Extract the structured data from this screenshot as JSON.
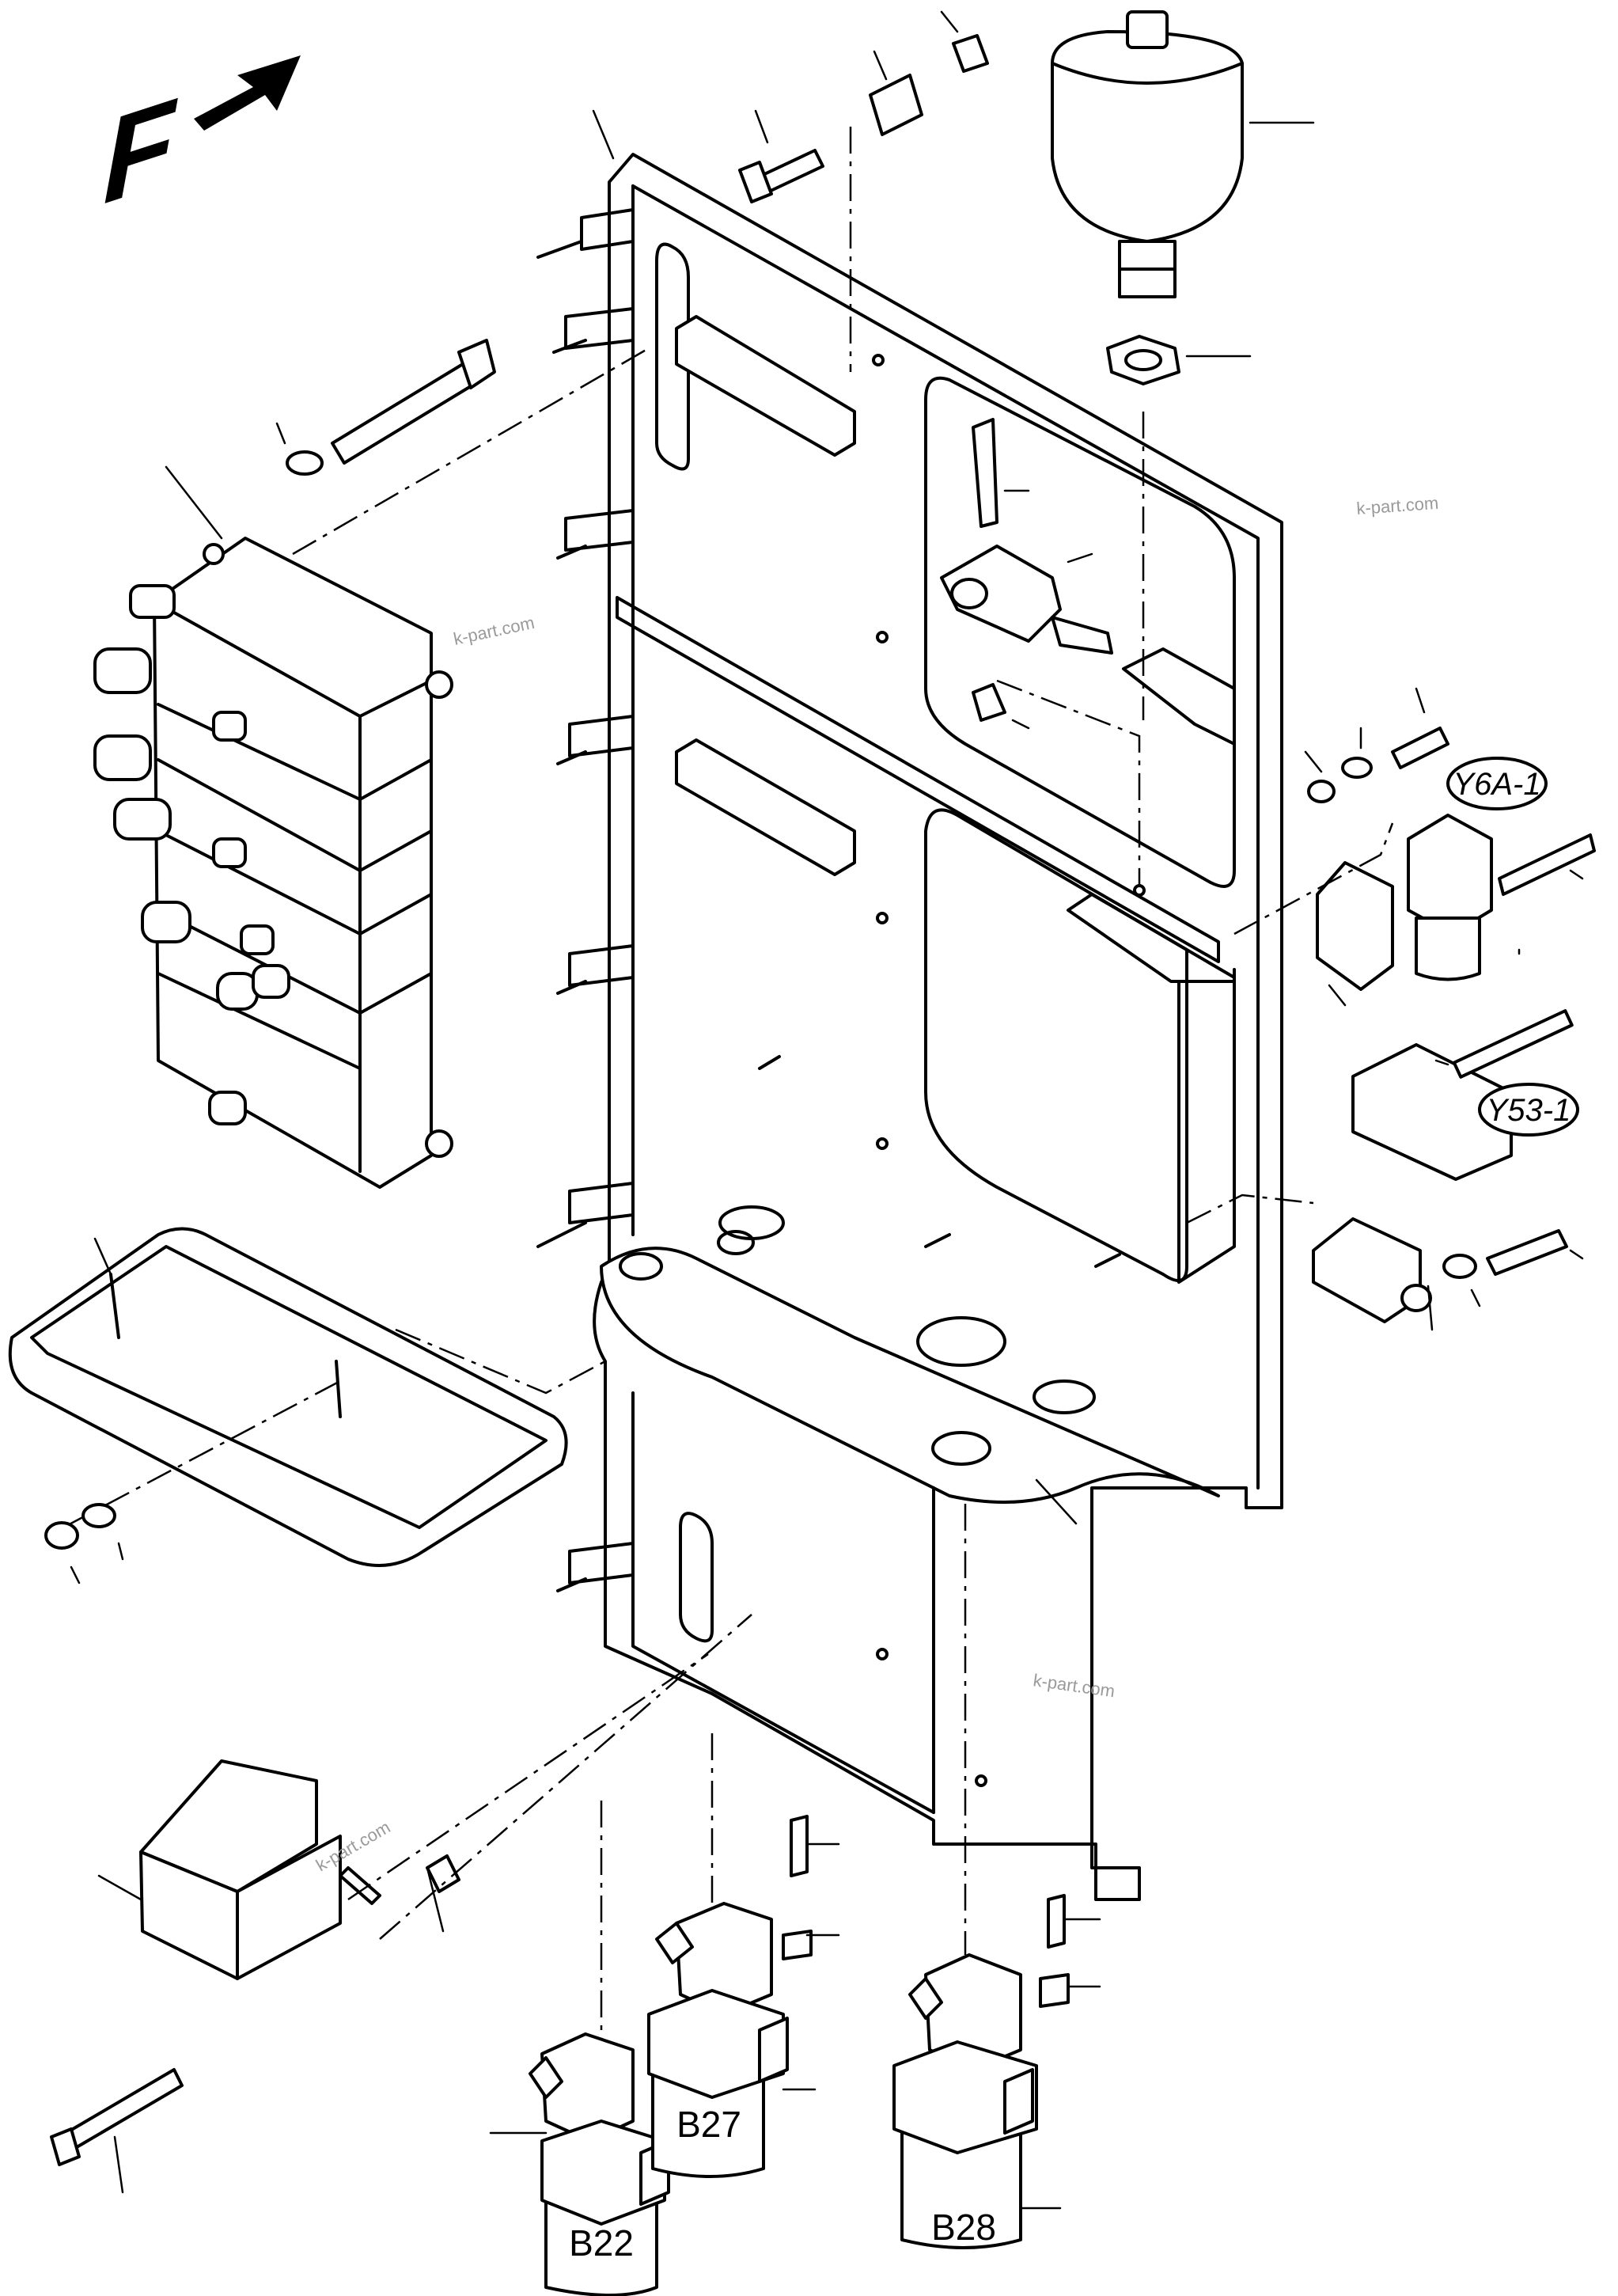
{
  "direction_marker": {
    "letter": "F"
  },
  "component_labels": {
    "b22": "B22",
    "b27": "B27",
    "b28": "B28",
    "y6a": "Y6A-1",
    "y53": "Y53-1"
  },
  "watermarks": [
    "k-part.com",
    "k-part.com",
    "k-part.com",
    "k-part.com"
  ]
}
